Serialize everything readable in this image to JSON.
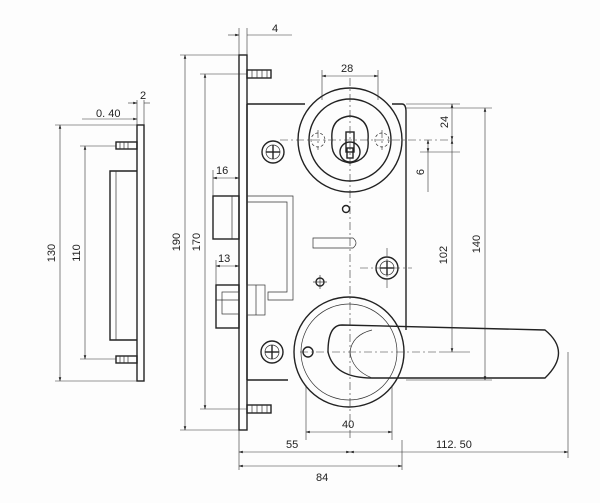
{
  "dimensions": {
    "d_0_40": "0. 40",
    "d_2": "2",
    "d_4": "4",
    "d_28": "28",
    "d_24": "24",
    "d_6": "6",
    "d_16": "16",
    "d_13": "13",
    "d_190": "190",
    "d_170": "170",
    "d_130": "130",
    "d_110": "110",
    "d_102": "102",
    "d_140": "140",
    "d_40": "40",
    "d_55": "55",
    "d_112_50": "112. 50",
    "d_84": "84"
  }
}
